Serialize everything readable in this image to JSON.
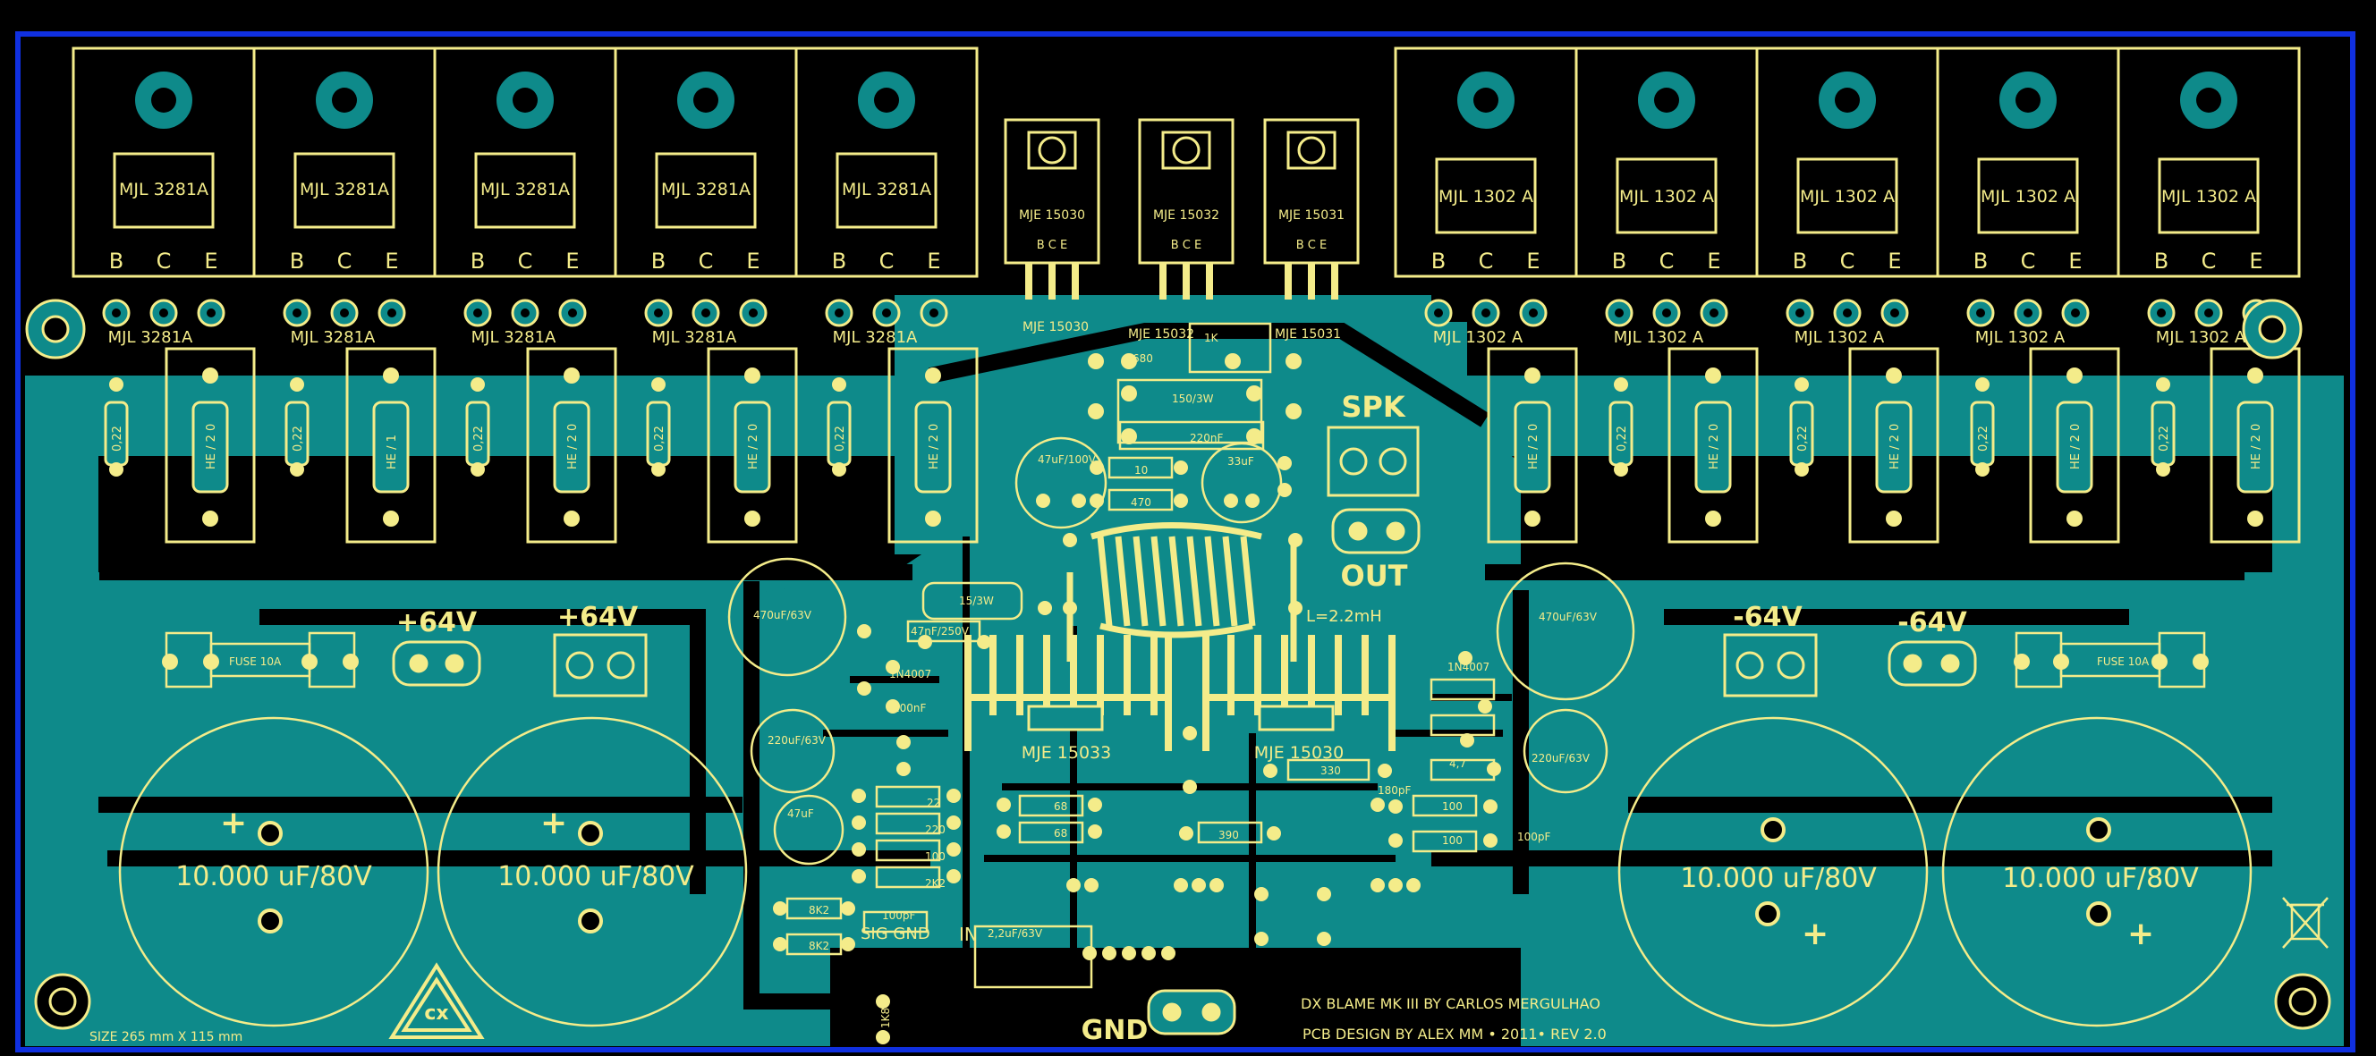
{
  "transistors_left": [
    {
      "label": "MJL 3281A",
      "pins": [
        "B",
        "C",
        "E"
      ],
      "silk": "MJL 3281A"
    },
    {
      "label": "MJL 3281A",
      "pins": [
        "B",
        "C",
        "E"
      ],
      "silk": "MJL 3281A"
    },
    {
      "label": "MJL 3281A",
      "pins": [
        "B",
        "C",
        "E"
      ],
      "silk": "MJL 3281A"
    },
    {
      "label": "MJL 3281A",
      "pins": [
        "B",
        "C",
        "E"
      ],
      "silk": "MJL 3281A"
    },
    {
      "label": "MJL 3281A",
      "pins": [
        "B",
        "C",
        "E"
      ],
      "silk": "MJL 3281A"
    }
  ],
  "transistors_right": [
    {
      "label": "MJL 1302 A",
      "pins": [
        "B",
        "C",
        "E"
      ],
      "silk": "MJL 1302 A"
    },
    {
      "label": "MJL 1302 A",
      "pins": [
        "B",
        "C",
        "E"
      ],
      "silk": "MJL 1302 A"
    },
    {
      "label": "MJL 1302 A",
      "pins": [
        "B",
        "C",
        "E"
      ],
      "silk": "MJL 1302 A"
    },
    {
      "label": "MJL 1302 A",
      "pins": [
        "B",
        "C",
        "E"
      ],
      "silk": "MJL 1302 A"
    },
    {
      "label": "MJL 1302 A",
      "pins": [
        "B",
        "C",
        "E"
      ],
      "silk": "MJL 1302 A"
    }
  ],
  "drivers": [
    {
      "label": "MJE 15030",
      "pins": "B C E",
      "silk": "MJE 15030"
    },
    {
      "label": "MJE 15032",
      "pins": "B C E",
      "silk": "MJE 15032"
    },
    {
      "label": "MJE 15031",
      "pins": "B C E",
      "silk": "MJE 15031"
    }
  ],
  "emitter_resistors": [
    "0,22",
    "HE / 2 0",
    "HE / 1",
    "HE / 2 0",
    "HE / 2 0",
    "HE / 2 0"
  ],
  "supply": {
    "pos_v1": "+64V",
    "pos_v2": "+64V",
    "neg_v1": "-64V",
    "neg_v2": "-64V",
    "fuse_left": "FUSE 10A",
    "fuse_right": "FUSE 10A"
  },
  "big_caps": [
    "10.000 uF/80V",
    "10.000 uF/80V",
    "10.000 uF/80V",
    "10.000 uF/80V"
  ],
  "output": {
    "spk": "SPK",
    "out": "OUT",
    "inductor": "L=2.2mH",
    "gnd": "GND"
  },
  "center_parts": {
    "cap_47": "47uF/100V",
    "cap_33": "33uF",
    "r_150": "150/3W",
    "r_1k": "1K",
    "r_680": "680",
    "r_10": "10",
    "r_470": "470",
    "c_220": "220nF",
    "r_15": "15/3W",
    "c_47_250": "47nF/250V",
    "c_470_63_left": "470uF/63V",
    "c_470_63_right": "470uF/63V",
    "d_left": "1N4007",
    "d_right": "1N4007",
    "c_100": "100nF",
    "c_220_63_left": "220uF/63V",
    "c_220_63_right": "220uF/63V",
    "c_47uf": "47uF",
    "sig_gnd": "SIG GND",
    "in": "IN",
    "c_22_63": "2,2uF/63V",
    "mje_left": "MJE 15033",
    "mje_right": "MJE 15030",
    "r_22": "22",
    "r_220": "220",
    "r_100": "100",
    "r_2k2": "2K2",
    "r_68": "68",
    "r_8k2": "8K2",
    "r_330": "330",
    "r_390": "390",
    "r_47": "4,7",
    "c_180": "180pF",
    "c_100pf": "100pF",
    "r_1k8": "1K8",
    "r_100b": "100"
  },
  "footer": {
    "title": "DX BLAME MK III   BY  CARLOS MERGULHAO",
    "design": "PCB DESIGN BY ALEX MM • 2011•  REV 2.0",
    "size": "SIZE  265 mm  X 115 mm"
  },
  "colors": {
    "board": "#0e8a8a",
    "silk": "#f4ec8a",
    "copper": "#f0e070",
    "edge": "#1030e0",
    "bg": "#000000"
  }
}
